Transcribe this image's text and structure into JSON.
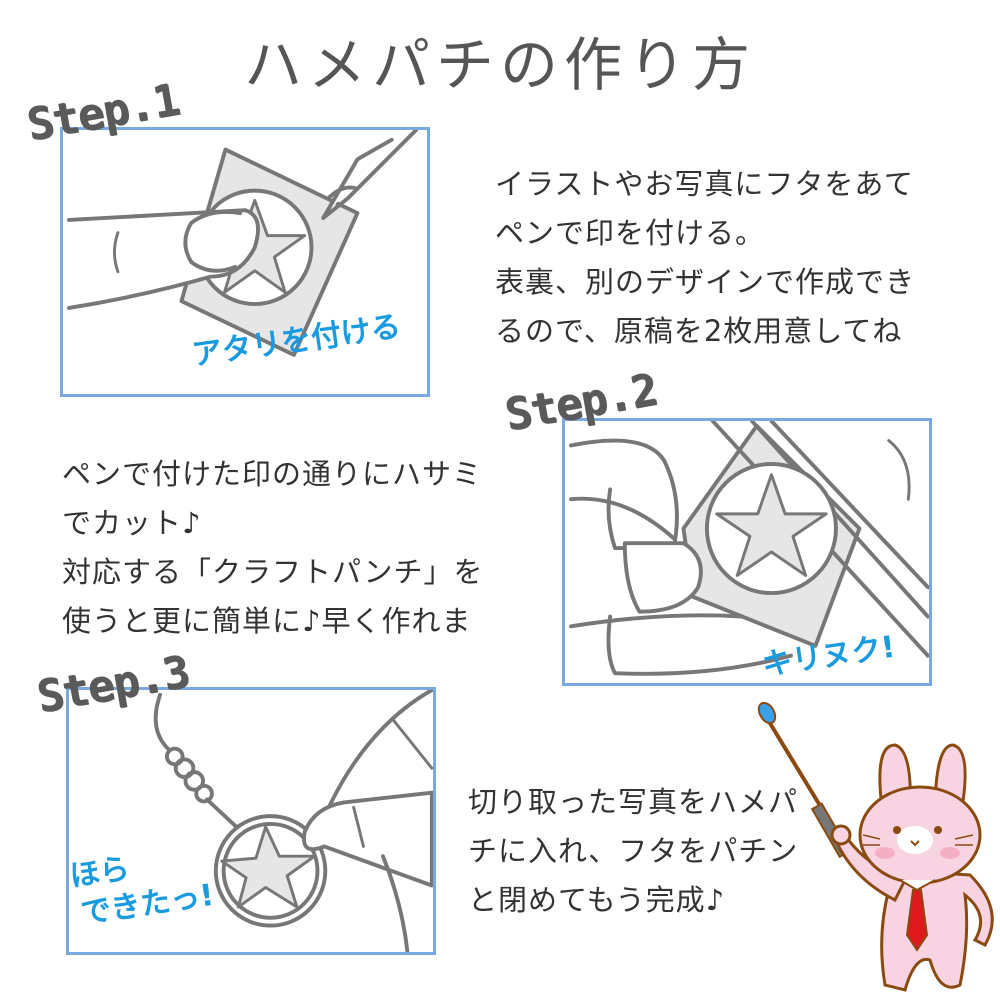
{
  "title": "ハメパチの作り方",
  "colors": {
    "panel_border": "#7aa8e0",
    "caption_blue": "#1a9be0",
    "line_gray": "#777777",
    "fill_gray": "#e6e6e6",
    "mascot_pink": "#f8d3e1",
    "mascot_outline": "#8a4a10",
    "tie_red": "#e0191f"
  },
  "steps": [
    {
      "label": "Step.1",
      "caption": "アタリを付ける",
      "illustration": "finger-holding-cover-over-photo-with-pen",
      "description": [
        "イラストやお写真にフタをあて",
        "ペンで印を付ける。",
        "表裏、別のデザインで作成でき",
        "るので、原稿を2枚用意してね"
      ]
    },
    {
      "label": "Step.2",
      "caption": "キリヌク!",
      "illustration": "hand-cutting-star-circle-with-scissors",
      "description": [
        "ペンで付けた印の通りにハサミ",
        "でカット♪",
        "対応する「クラフトパンチ」を",
        "使うと更に簡単に♪早く作れま"
      ]
    },
    {
      "label": "Step.3",
      "caption_lines": [
        "ほら",
        "できたっ!"
      ],
      "illustration": "fingers-holding-finished-keychain-badge",
      "description": [
        "切り取った写真をハメパ",
        "チに入れ、フタをパチン",
        "と閉めてもう完成♪"
      ]
    }
  ],
  "mascot": {
    "icon": "pink-rabbit-teacher-with-pointer"
  }
}
